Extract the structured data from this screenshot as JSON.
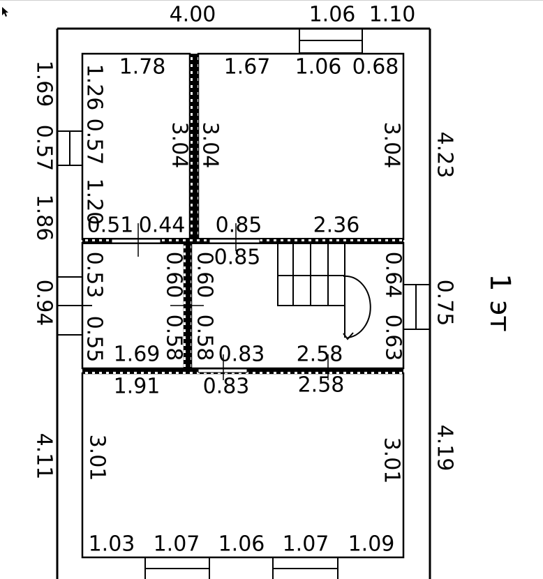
{
  "colors": {
    "line": "#000000",
    "background": "#ffffff"
  },
  "cursor_icon": "mouse-pointer-icon",
  "floor_label": "1 эт",
  "exterior": {
    "top": {
      "width": "4.00",
      "window": "1.06",
      "right": "1.10"
    },
    "left": {
      "a": "1.69",
      "window": "0.57",
      "b": "1.86",
      "door": "0.94",
      "c": "4.11"
    },
    "right": {
      "a": "4.23",
      "window": "0.75",
      "b": "4.19"
    },
    "bottom": [
      "1.03",
      "1.07",
      "1.06",
      "1.07",
      "1.09"
    ]
  },
  "rooms": {
    "top_left": {
      "w": "1.78",
      "left_a": "1.26",
      "left_b": "0.57",
      "left_c": "1.20",
      "h": "3.04"
    },
    "top_right": {
      "a": "1.67",
      "b": "1.06",
      "c": "0.68",
      "left_h": "3.04",
      "right_h": "3.04"
    },
    "middle_left": {
      "top_a": "0.51",
      "top_b": "0.44",
      "left_a": "0.53",
      "left_b": "0.55",
      "right_a": "0.60",
      "right_b": "0.58",
      "bottom": "1.69"
    },
    "hall": {
      "top_a": "0.85",
      "top_b": "2.36",
      "inner_top": "0.85",
      "left_a": "0.60",
      "left_b": "0.58",
      "right_a": "0.64",
      "right_b": "0.63",
      "bottom_a": "0.83",
      "bottom_b": "2.58"
    },
    "bottom": {
      "top_a": "1.91",
      "top_b": "0.83",
      "top_c": "2.58",
      "left_h": "3.01",
      "right_h": "3.01"
    }
  }
}
